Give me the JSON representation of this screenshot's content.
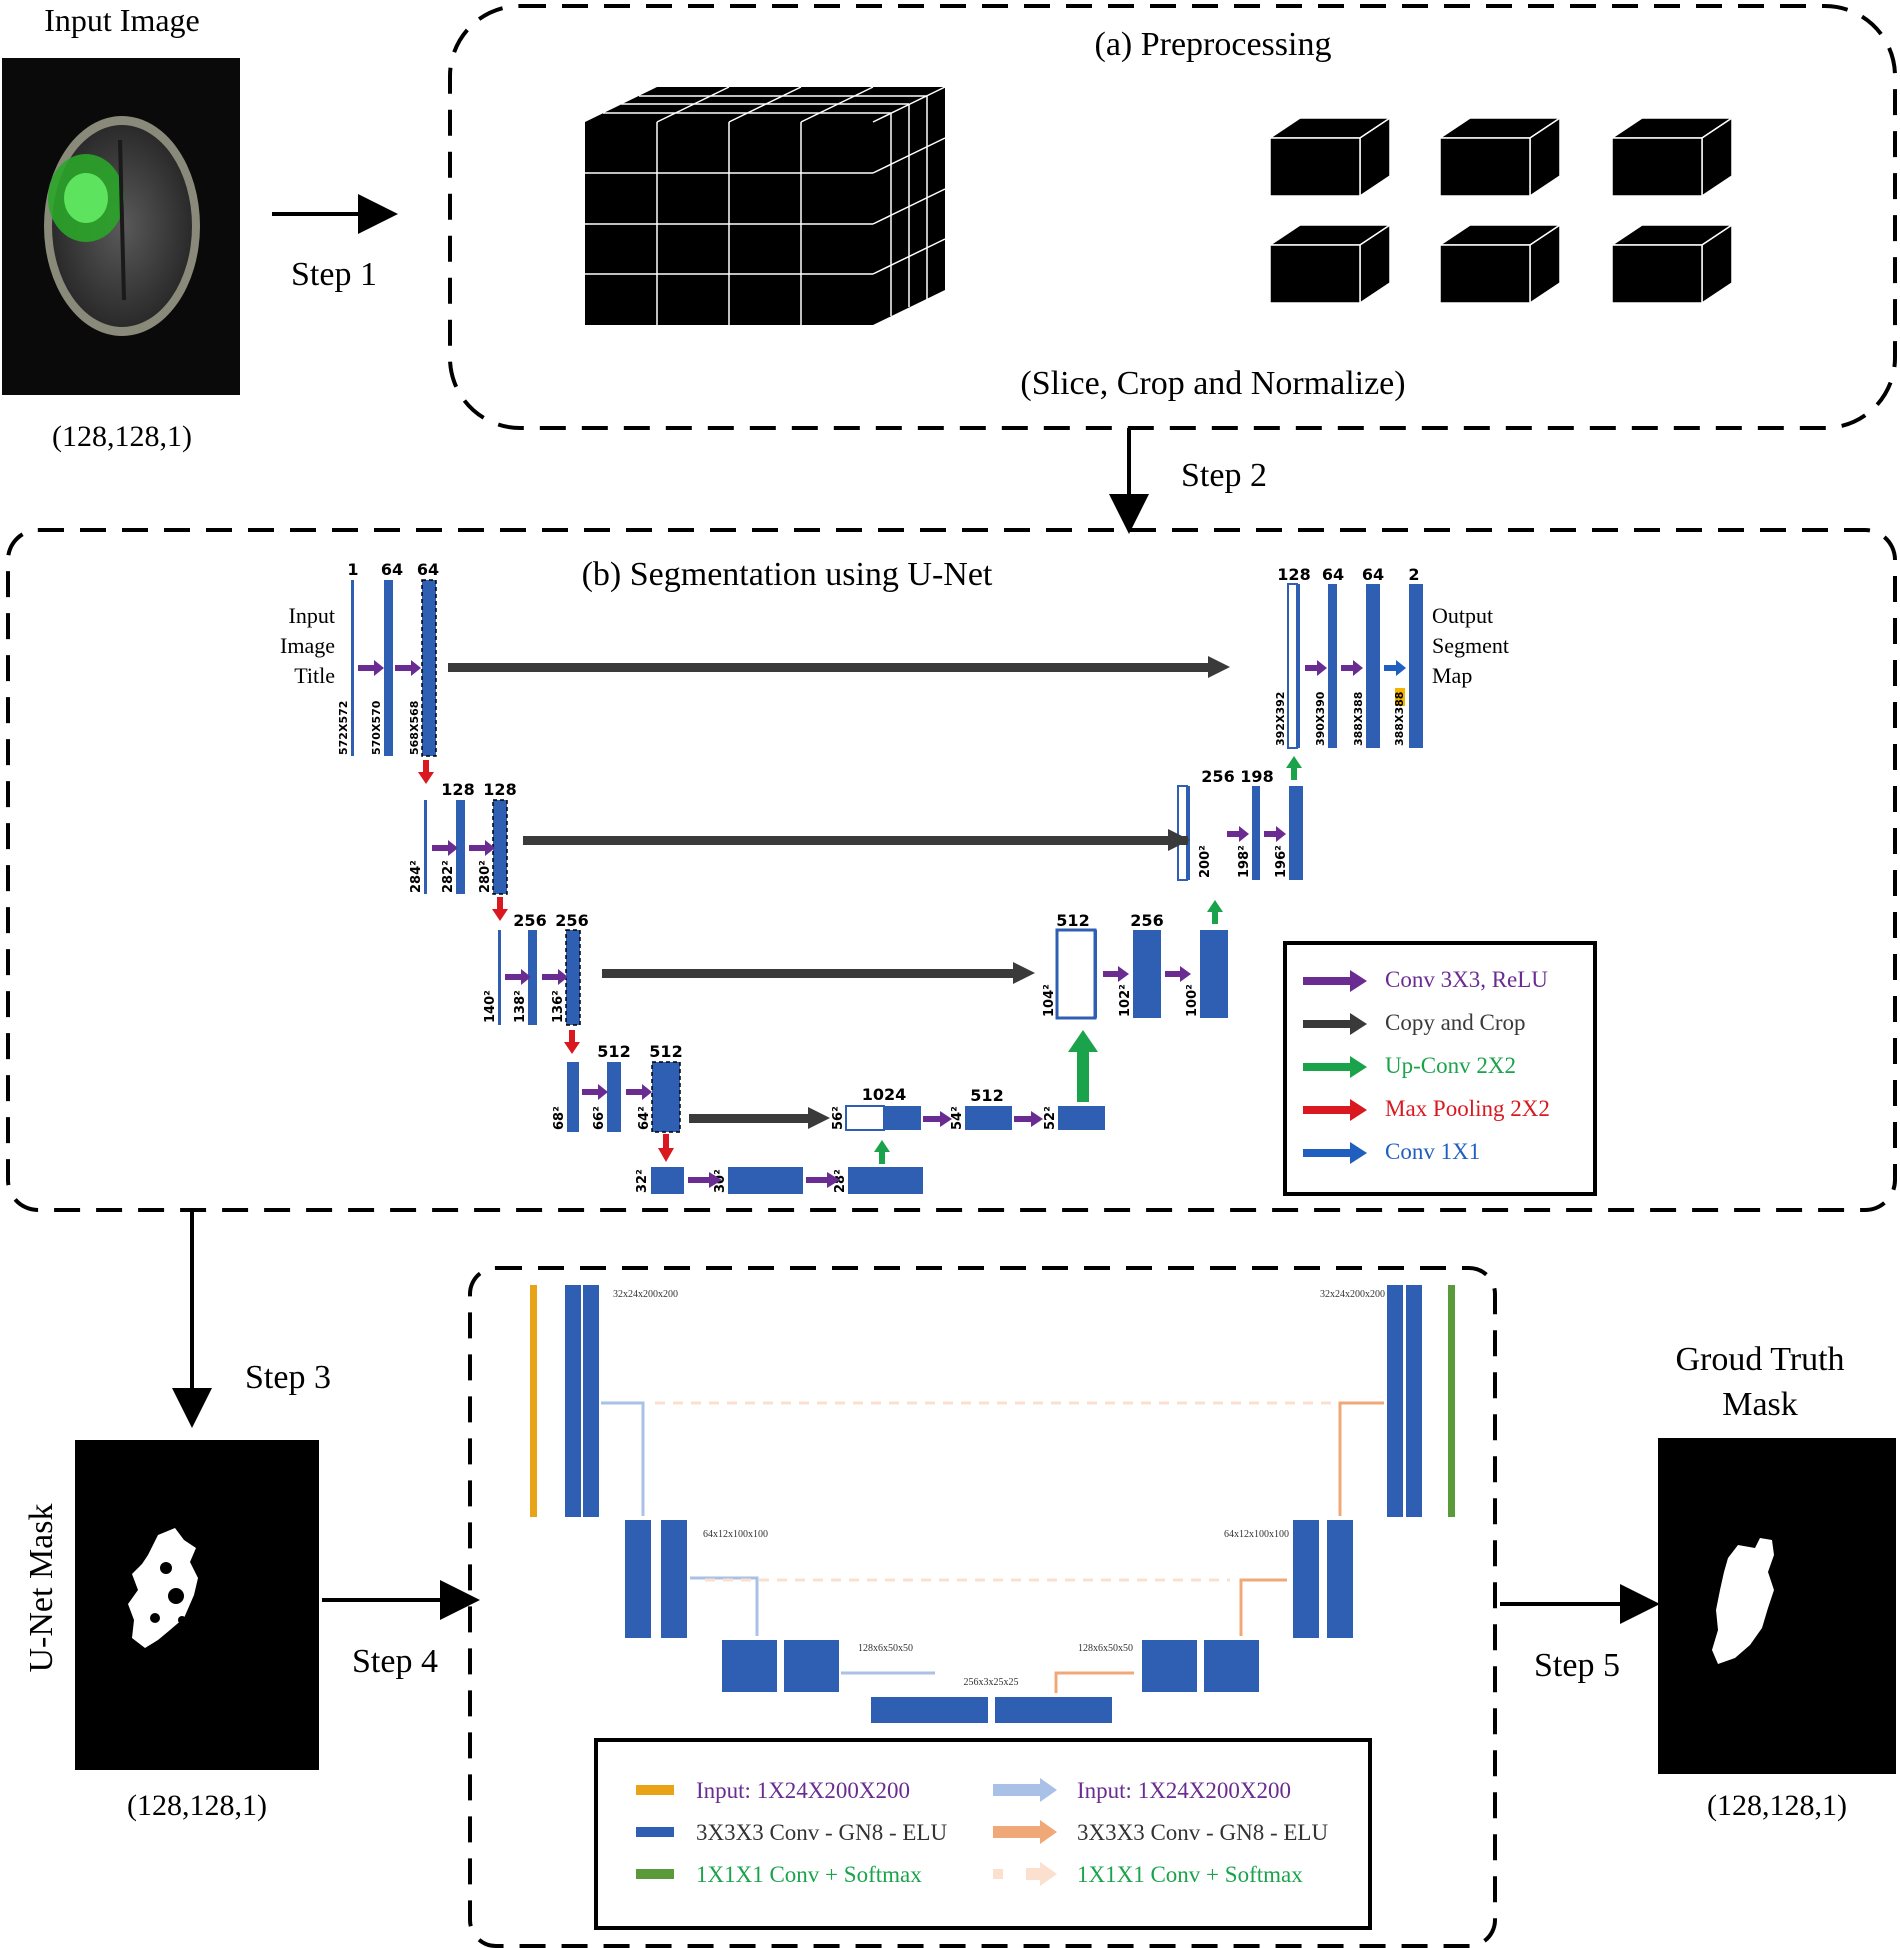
{
  "input": {
    "title": "Input Image",
    "shape": "(128,128,1)"
  },
  "steps": {
    "s1": "Step 1",
    "s2": "Step 2",
    "s3": "Step 3",
    "s4": "Step 4",
    "s5": "Step 5"
  },
  "preprocess": {
    "title": "(a) Preprocessing",
    "subtitle": "(Slice, Crop and Normalize)"
  },
  "unet": {
    "title": "(b) Segmentation using U-Net",
    "input_label": [
      "Input",
      "Image",
      "Title"
    ],
    "output_label": [
      "Output",
      "Segment",
      "Map"
    ],
    "channels": {
      "l1": [
        "1",
        "64",
        "64"
      ],
      "l2": [
        "128",
        "128"
      ],
      "l3": [
        "256",
        "256"
      ],
      "l4": [
        "512",
        "512"
      ],
      "bottom": "1024",
      "bottom2": "512",
      "d4a": "512",
      "d3a": "512",
      "d3b": "256",
      "d2": [
        "256",
        "198"
      ],
      "d1": [
        "128",
        "64",
        "64",
        "2"
      ]
    },
    "sizes": {
      "l1": [
        "572X572",
        "570X570",
        "568X568"
      ],
      "l2": [
        "284²",
        "282²",
        "280²"
      ],
      "l3": [
        "140²",
        "138²",
        "136²"
      ],
      "l4": [
        "68²",
        "66²",
        "64²"
      ],
      "bottom": [
        "32²",
        "30²",
        "28²"
      ],
      "d4": [
        "56²",
        "54²",
        "52²"
      ],
      "d3": [
        "104²",
        "102²",
        "100²"
      ],
      "d2": [
        "200²",
        "198²",
        "196²"
      ],
      "d1": [
        "392X392",
        "390X390",
        "388X388",
        "388X388"
      ]
    },
    "legend": [
      {
        "label": "Conv 3X3, ReLU",
        "color": "#6a2c91"
      },
      {
        "label": "Copy and Crop",
        "color": "#3a3a3a"
      },
      {
        "label": "Up-Conv 2X2",
        "color": "#1aa34a"
      },
      {
        "label": "Max Pooling 2X2",
        "color": "#d9181f"
      },
      {
        "label": "Conv 1X1",
        "color": "#1f5fbf"
      }
    ]
  },
  "mask": {
    "title": "U-Net Mask",
    "shape": "(128,128,1)"
  },
  "ground_truth": {
    "title_line1": "Groud Truth",
    "title_line2": "Mask",
    "shape": "(128,128,1)"
  },
  "unet3d": {
    "dims": {
      "top_left": "32x24x200x200",
      "top_right": "32x24x200x200",
      "mid_left": "64x12x100x100",
      "mid_right": "64x12x100x100",
      "low_left": "128x6x50x50",
      "low_right": "128x6x50x50",
      "bottom": "256x3x25x25"
    },
    "legend_left": [
      {
        "label": "Input: 1X24X200X200",
        "color": "#e8a317",
        "text_color": "#6a2c91"
      },
      {
        "label": "3X3X3 Conv - GN8 - ELU",
        "color": "#2f5fb3",
        "text_color": "#333333"
      },
      {
        "label": "1X1X1 Conv + Softmax",
        "color": "#5a9a3a",
        "text_color": "#1aa34a"
      }
    ],
    "legend_right": [
      {
        "label": "Input: 1X24X200X200",
        "color": "#a9c1e6",
        "text_color": "#6a2c91"
      },
      {
        "label": "3X3X3 Conv - GN8 - ELU",
        "color": "#f0a878",
        "text_color": "#333333"
      },
      {
        "label": "1X1X1 Conv + Softmax",
        "color": "#fbe0cf",
        "text_color": "#1aa34a"
      }
    ]
  }
}
